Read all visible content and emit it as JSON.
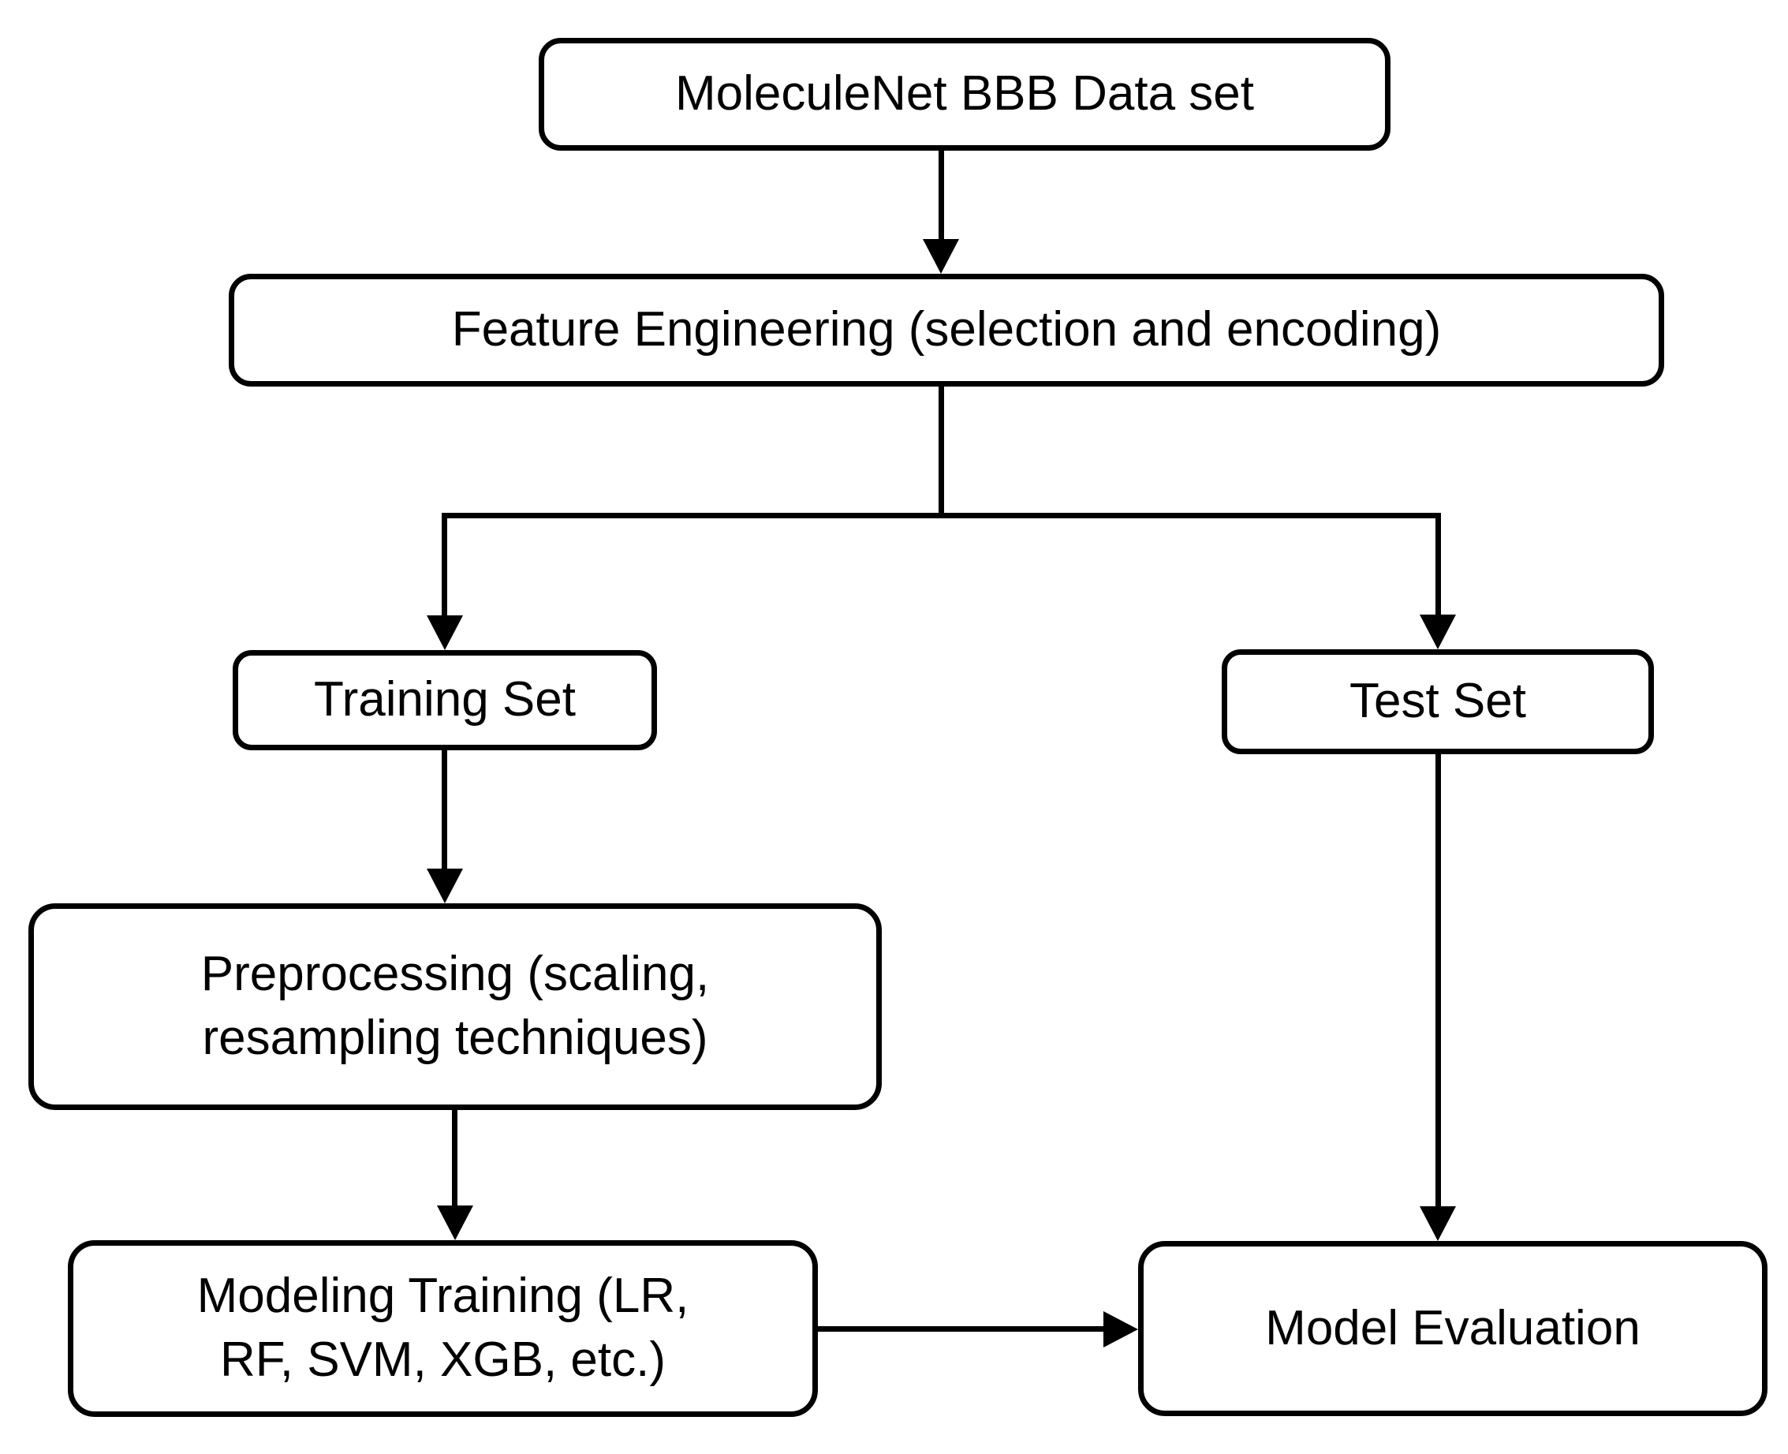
{
  "figure": {
    "type": "flowchart",
    "background_color": "#ffffff",
    "stroke_color": "#000000",
    "text_color": "#000000"
  },
  "nodes": {
    "dataset": {
      "label": "MoleculeNet BBB Data set"
    },
    "feature_engineering": {
      "label": "Feature Engineering (selection and encoding)"
    },
    "training_set": {
      "label": "Training Set"
    },
    "test_set": {
      "label": "Test Set"
    },
    "preprocessing": {
      "label": "Preprocessing (scaling,\nresampling techniques)"
    },
    "modeling_training": {
      "label": "Modeling Training (LR,\nRF, SVM, XGB, etc.)"
    },
    "model_evaluation": {
      "label": "Model Evaluation"
    }
  },
  "edges": [
    {
      "from": "dataset",
      "to": "feature_engineering"
    },
    {
      "from": "feature_engineering",
      "to": "training_set"
    },
    {
      "from": "feature_engineering",
      "to": "test_set"
    },
    {
      "from": "training_set",
      "to": "preprocessing"
    },
    {
      "from": "preprocessing",
      "to": "modeling_training"
    },
    {
      "from": "modeling_training",
      "to": "model_evaluation"
    },
    {
      "from": "test_set",
      "to": "model_evaluation"
    }
  ]
}
